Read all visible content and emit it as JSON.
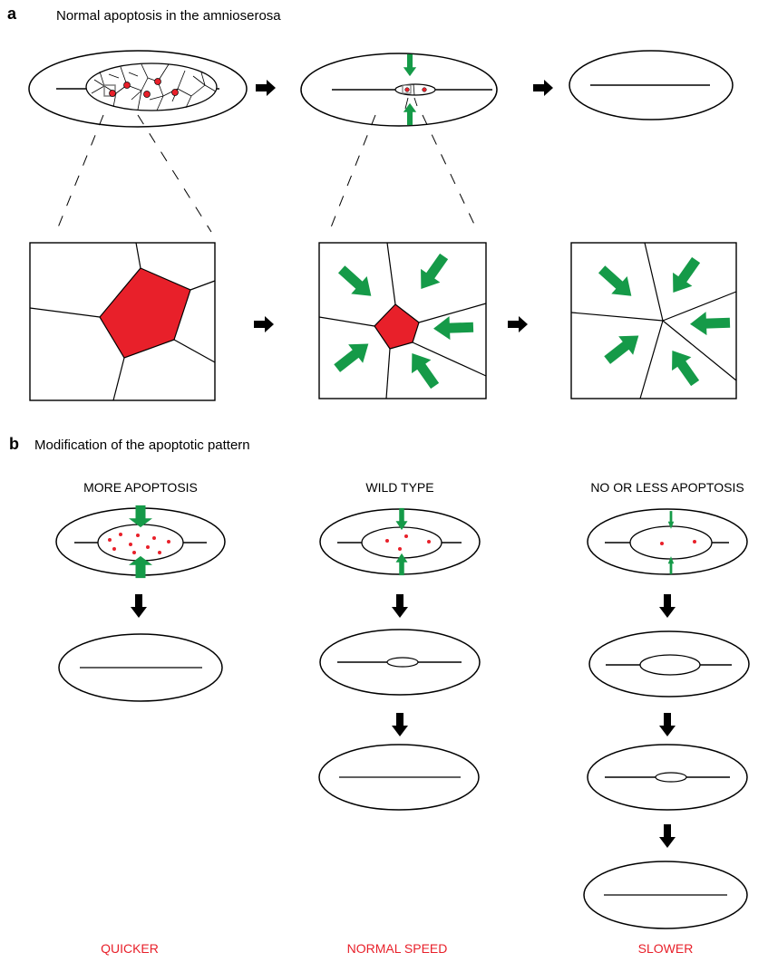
{
  "colors": {
    "apoptotic_cell": "#e8202a",
    "force_arrow": "#159a48",
    "speed_label": "#e8202a",
    "outline": "#000000",
    "background": "#ffffff"
  },
  "panel_a": {
    "letter": "a",
    "title": "Normal apoptosis in the amnioserosa"
  },
  "panel_b": {
    "letter": "b",
    "title": "Modification of the apoptotic pattern",
    "columns": [
      {
        "label": "MORE APOPTOSIS",
        "speed": "QUICKER",
        "apoptotic_cells_shown": 10,
        "force": "strong"
      },
      {
        "label": "WILD TYPE",
        "speed": "NORMAL SPEED",
        "apoptotic_cells_shown": 4,
        "force": "normal"
      },
      {
        "label": "NO OR LESS APOPTOSIS",
        "speed": "SLOWER",
        "apoptotic_cells_shown": 2,
        "force": "weak"
      }
    ]
  },
  "icons": [
    "black-arrow-icon",
    "green-arrow-icon"
  ]
}
